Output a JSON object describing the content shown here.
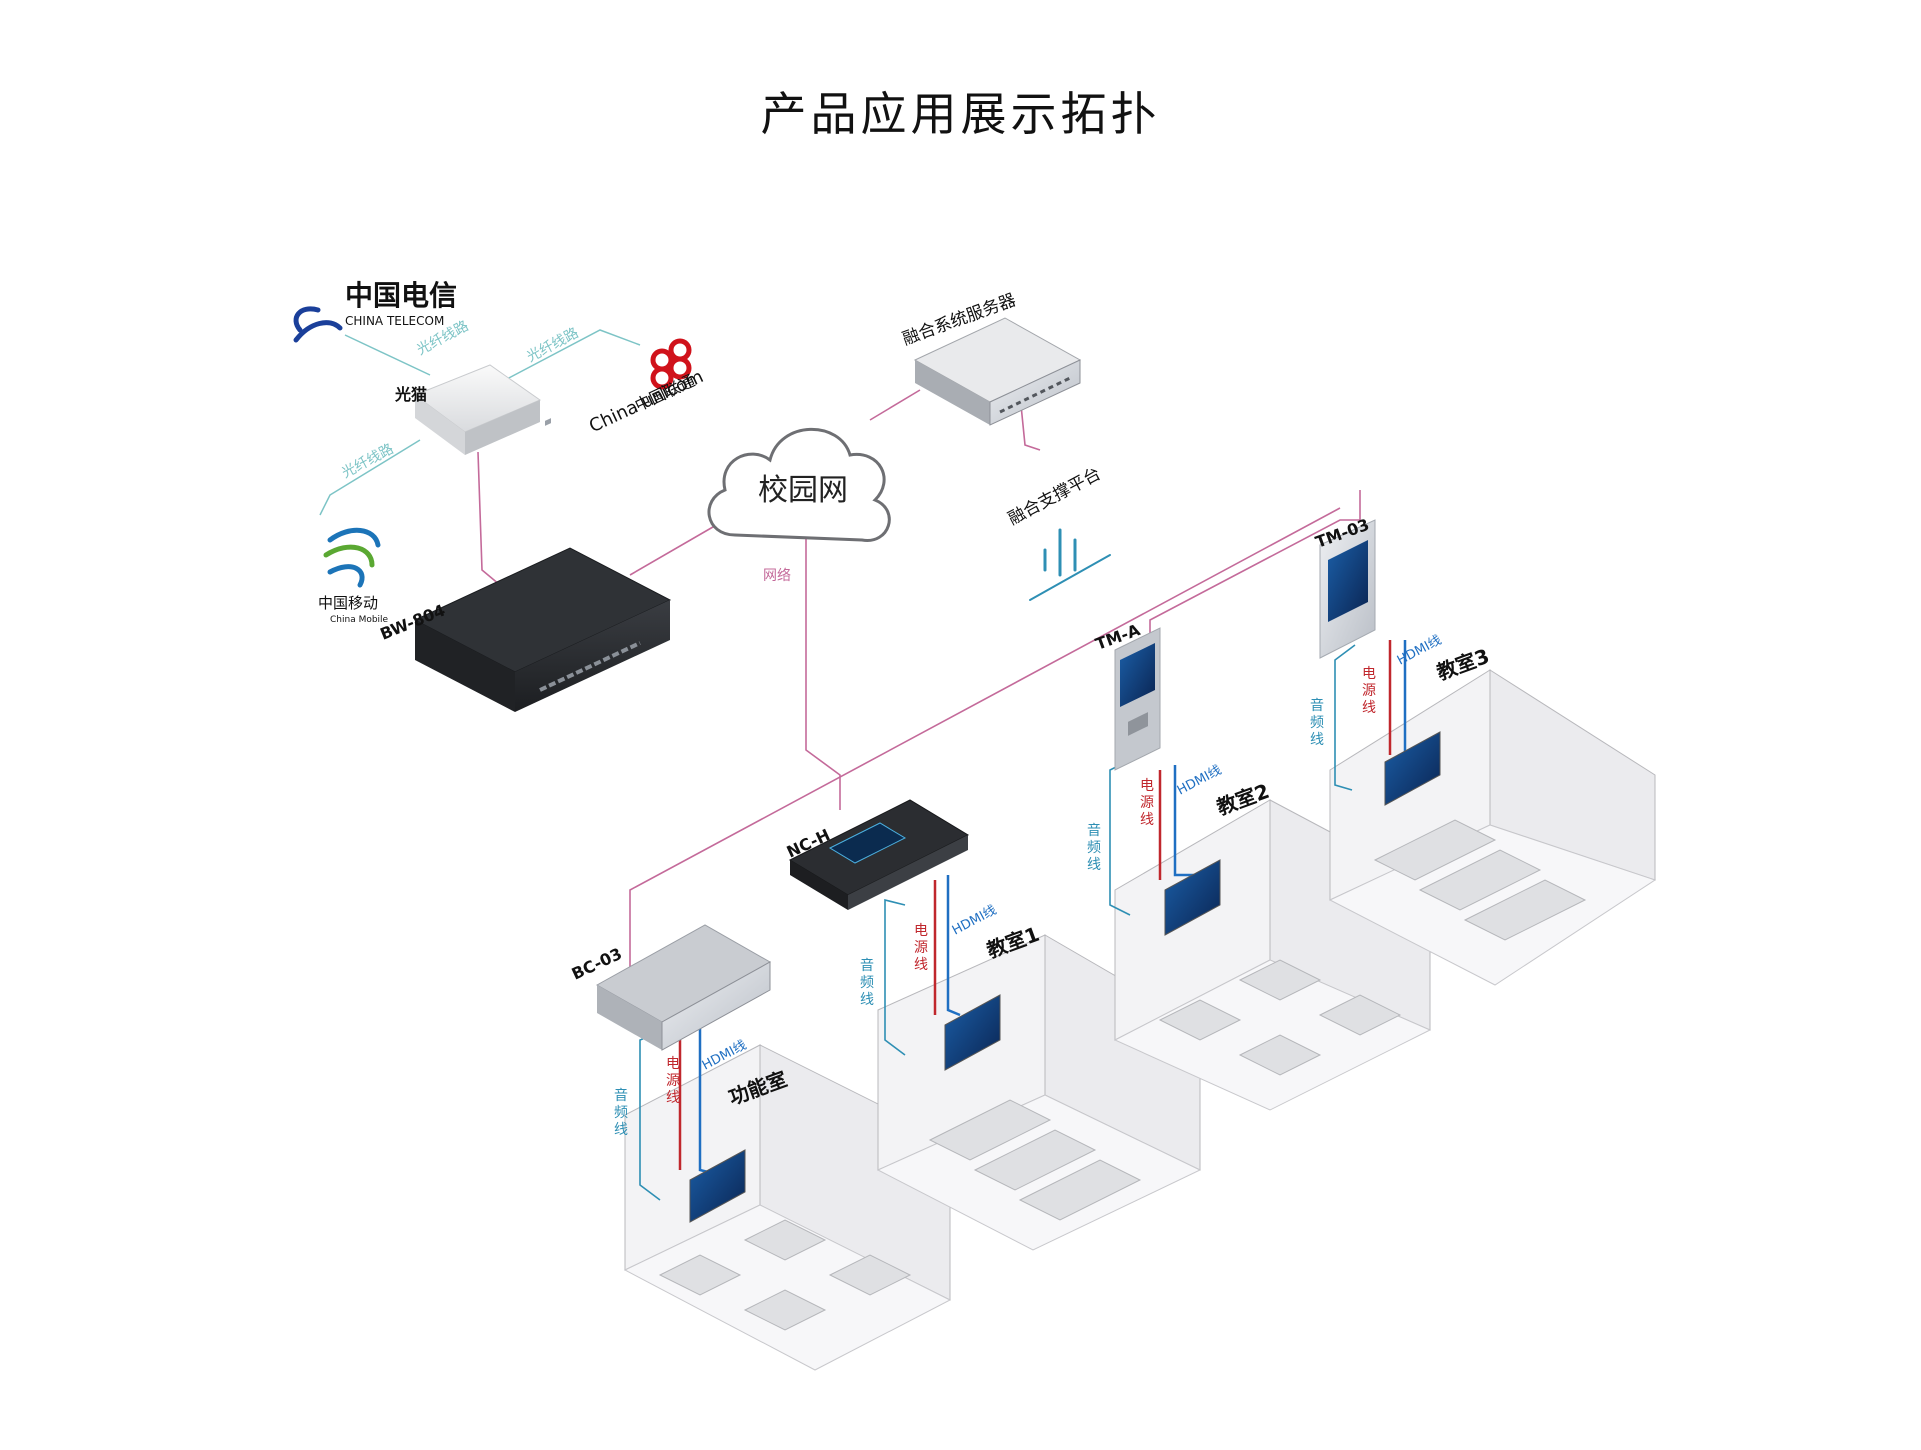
{
  "title": "产品应用展示拓扑",
  "colors": {
    "fiber": "#7dc4c6",
    "network": "#c46a9a",
    "power": "#c0272d",
    "hdmi": "#1f6fc2",
    "audio": "#2e8fb4",
    "room_fill": "#f0f0f2",
    "telecom": "#1a3f9a",
    "unicom": "#d0121b",
    "mobile": "#1c74b8"
  },
  "carriers": {
    "telecom": {
      "name": "中国电信",
      "en": "CHINA TELECOM",
      "icon": "china-telecom-logo"
    },
    "unicom": {
      "name": "中国联通",
      "en": "China unicom",
      "icon": "china-unicom-logo"
    },
    "mobile": {
      "name": "中国移动",
      "en": "China Mobile",
      "icon": "china-mobile-logo"
    }
  },
  "links": {
    "fiber": "光纤线路",
    "network": "网络",
    "power": "电源线",
    "hdmi": "HDMI线",
    "audio": "音频线"
  },
  "cloud": {
    "label": "校园网"
  },
  "server": {
    "label": "融合系统服务器"
  },
  "platform": {
    "label": "融合支撑平台"
  },
  "devices": {
    "modem": "光猫",
    "switch": "BW-804",
    "nch": "NC-H",
    "bc03": "BC-03",
    "tma": "TM-A",
    "tm03": "TM-03"
  },
  "rooms": {
    "functional": "功能室",
    "class1": "教室1",
    "class2": "教室2",
    "class3": "教室3"
  }
}
